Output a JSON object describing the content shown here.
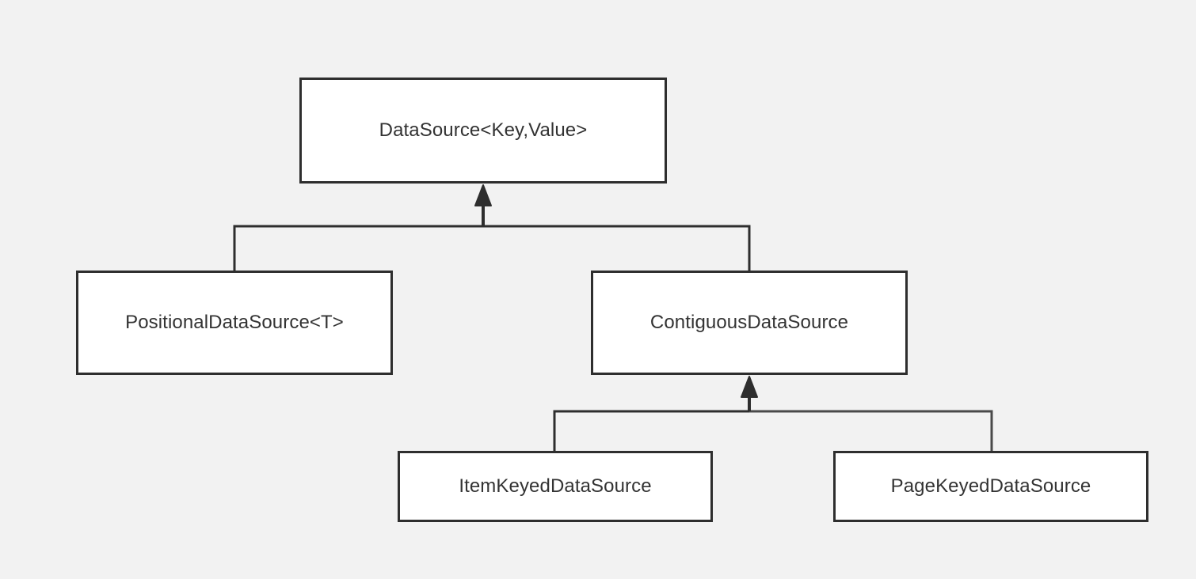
{
  "diagram": {
    "nodes": {
      "datasource": {
        "label": "DataSource<Key,Value>"
      },
      "positional": {
        "label": "PositionalDataSource<T>"
      },
      "contiguous": {
        "label": "ContiguousDataSource"
      },
      "itemkeyed": {
        "label": "ItemKeyedDataSource"
      },
      "pagekeyed": {
        "label": "PageKeyedDataSource"
      }
    },
    "edges": [
      {
        "from": "positional",
        "to": "datasource",
        "kind": "inheritance"
      },
      {
        "from": "contiguous",
        "to": "datasource",
        "kind": "inheritance"
      },
      {
        "from": "itemkeyed",
        "to": "contiguous",
        "kind": "inheritance"
      },
      {
        "from": "pagekeyed",
        "to": "contiguous",
        "kind": "inheritance"
      }
    ]
  },
  "colors": {
    "background": "#f2f2f2",
    "box_fill": "#ffffff",
    "stroke": "#2e2e2e",
    "text": "#333333"
  }
}
